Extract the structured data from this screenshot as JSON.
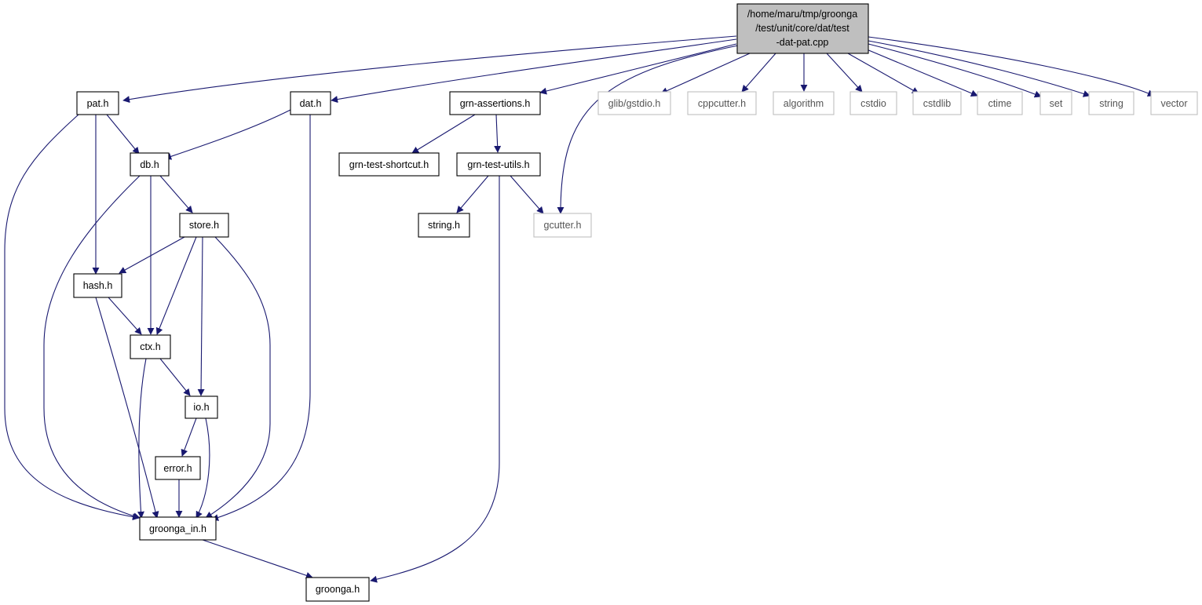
{
  "colors": {
    "edge": "#191970",
    "root_fill": "#bfbfbf",
    "internal_border": "#000000",
    "external_border": "#bfbfbf"
  },
  "nodes": {
    "root": {
      "lines": [
        "/home/maru/tmp/groonga",
        "/test/unit/core/dat/test",
        "-dat-pat.cpp"
      ]
    },
    "pat": {
      "label": "pat.h"
    },
    "dat": {
      "label": "dat.h"
    },
    "grn_assertions": {
      "label": "grn-assertions.h"
    },
    "glib_gstdio": {
      "label": "glib/gstdio.h"
    },
    "cppcutter": {
      "label": "cppcutter.h"
    },
    "algorithm": {
      "label": "algorithm"
    },
    "cstdio": {
      "label": "cstdio"
    },
    "cstdlib": {
      "label": "cstdlib"
    },
    "ctime": {
      "label": "ctime"
    },
    "set": {
      "label": "set"
    },
    "string": {
      "label": "string"
    },
    "vector": {
      "label": "vector"
    },
    "db": {
      "label": "db.h"
    },
    "grn_test_shortcut": {
      "label": "grn-test-shortcut.h"
    },
    "grn_test_utils": {
      "label": "grn-test-utils.h"
    },
    "store": {
      "label": "store.h"
    },
    "string_h": {
      "label": "string.h"
    },
    "gcutter": {
      "label": "gcutter.h"
    },
    "hash": {
      "label": "hash.h"
    },
    "ctx": {
      "label": "ctx.h"
    },
    "io": {
      "label": "io.h"
    },
    "error": {
      "label": "error.h"
    },
    "groonga_in": {
      "label": "groonga_in.h"
    },
    "groonga": {
      "label": "groonga.h"
    }
  }
}
